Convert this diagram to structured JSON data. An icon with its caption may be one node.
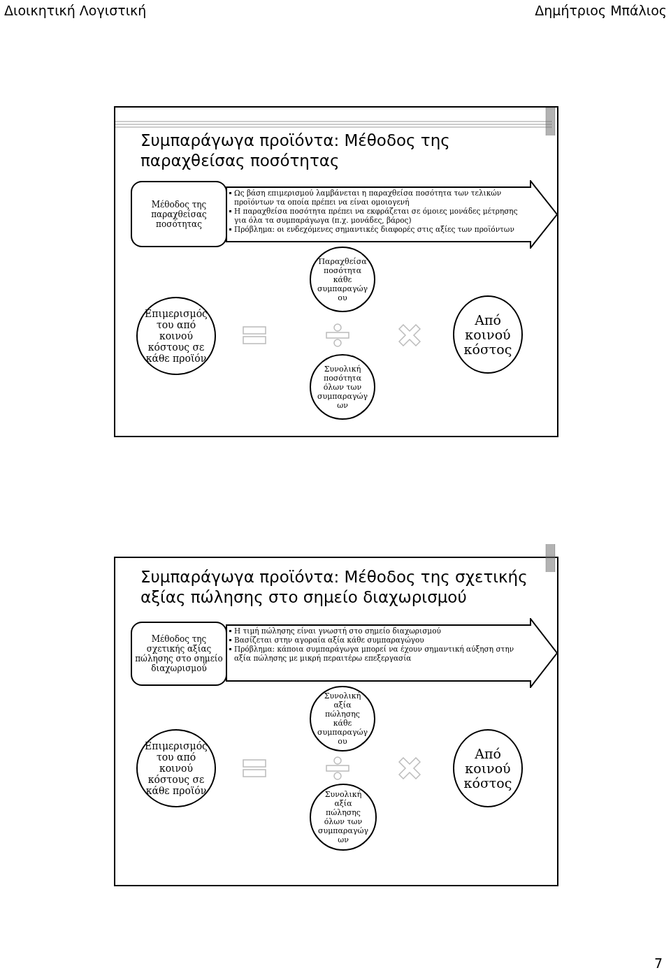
{
  "diagram": {
    "nodes": [
      {
        "text": [
          "Συμπαράγωγα προϊόντα: Μέθοδος της παραχθείσας ποσότητας"
        ]
      },
      {
        "text": [
          "Μέθοδος της παραχθείσας ποσότητας"
        ],
        "in": 0
      },
      {
        "text": [
          "Ως βάση επιμερισμού λαμβάνεται η παραχθείσα ποσότητα των τελικών προϊόντων τα οποία πρέπει να είναι ομοιογενή",
          "Η παραχθείσα ποσότητα πρέπει να εκφράζεται σε όμοιες μονάδες μέτρησης για όλα τα συμπαράγωγα (π.χ. μονάδες, βάρος)",
          "Πρόβλημα: οι ενδεχόμενες σημαντικές διαφορές στις αξίες των προϊόντων"
        ],
        "in": 0
      },
      {
        "text": [
          "Επιμερισμός του από κοινού κόστους σε κάθε προϊόν"
        ],
        "in": 0
      },
      {
        "text": [
          "Παραχθείσα ποσότητα κάθε συμπαραγώγ ου"
        ],
        "in": 0
      },
      {
        "text": [
          "Συνολική ποσότητα όλων των συμπαραγώγ ων"
        ],
        "in": 0
      },
      {
        "text": [
          "Από κοινού κόστος"
        ],
        "in": 0
      },
      {
        "text": [
          "Συμπαράγωγα προϊόντα: Μέθοδος της σχετικής αξίας πώλησης στο σημείο διαχωρισμού"
        ]
      },
      {
        "text": [
          "Μέθοδος της σχετικής αξίας πώλησης στο σημείο διαχωρισμού"
        ],
        "in": 7
      },
      {
        "text": [
          "Η τιμή πώλησης είναι γνωστή στο σημείο διαχωρισμού",
          "Βασίζεται στην αγοραία αξία κάθε συμπαραγώγου",
          "Πρόβλημα: κάποια συμπαράγωγα μπορεί να έχουν σημαντική αύξηση στην αξία πώλησης με μικρή περαιτέρω επεξεργασία"
        ],
        "in": 7
      },
      {
        "text": [
          "Επιμερισμός του από κοινού κόστους σε κάθε προϊόν"
        ],
        "in": 7
      },
      {
        "text": [
          "Συνολική αξία πώλησης κάθε συμπαραγώγ ου"
        ],
        "in": 7
      },
      {
        "text": [
          "Συνολική αξία πώλησης όλων των συμπαραγώγ ων"
        ],
        "in": 7
      },
      {
        "text": [
          "Από κοινού κόστος"
        ],
        "in": 7
      }
    ],
    "edges": [],
    "labels": [
      "Διοικητική Λογιστική",
      "Δημήτριος Μπάλιος",
      "7"
    ]
  }
}
